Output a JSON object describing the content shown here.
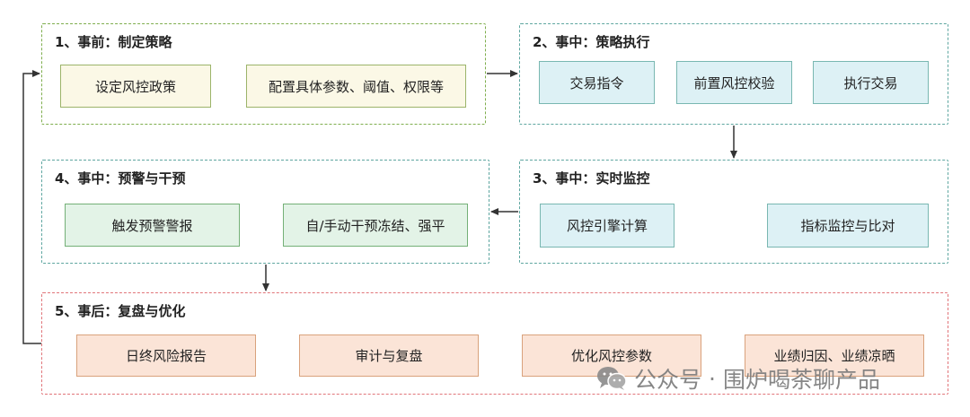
{
  "groups": {
    "before": {
      "title": "1、事前：制定策略",
      "nodes": [
        "设定风控政策",
        "配置具体参数、阈值、权限等"
      ]
    },
    "during_exec": {
      "title": "2、事中：策略执行",
      "nodes": [
        "交易指令",
        "前置风控校验",
        "执行交易"
      ]
    },
    "monitor": {
      "title": "3、事中：实时监控",
      "nodes": [
        "风控引擎计算",
        "指标监控与比对"
      ]
    },
    "warning": {
      "title": "4、事中：预警与干预",
      "nodes": [
        "触发预警警报",
        "自/手动干预冻结、强平"
      ]
    },
    "after": {
      "title": "5、事后：复盘与优化",
      "nodes": [
        "日终风险报告",
        "审计与复盘",
        "优化风控参数",
        "业绩归因、业绩凉晒"
      ]
    }
  },
  "watermark": {
    "account": "公众号",
    "separator": "·",
    "name": "围炉喝茶聊产品"
  },
  "colors": {
    "before_border": "#7fae4e",
    "during_border": "#5ea6a0",
    "after_border": "#e1757a",
    "arrow": "#333333"
  }
}
